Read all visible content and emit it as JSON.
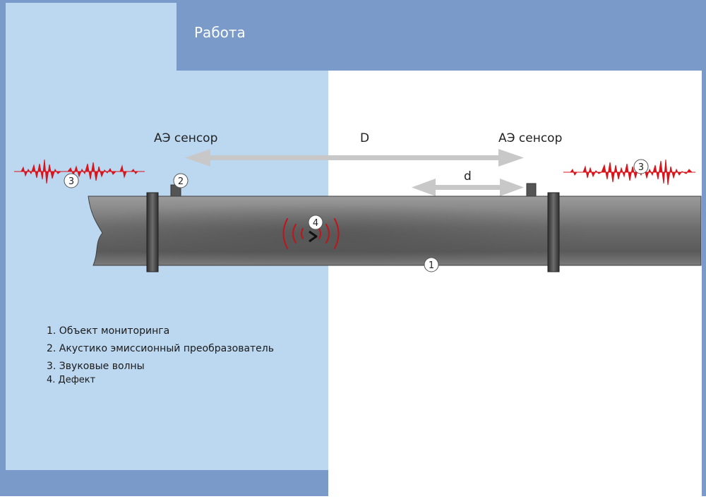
{
  "header": {
    "title": "Работа"
  },
  "labels": {
    "sensor_left": "АЭ сенсор",
    "sensor_right": "АЭ сенсор",
    "distance_big": "D",
    "distance_small": "d"
  },
  "markers": {
    "pipe": "1",
    "transducer": "2",
    "wave_left": "3",
    "wave_right": "3",
    "defect": "4"
  },
  "legend": {
    "items": [
      "1. Объект мониторинга",
      "2. Акустико эмиссионный преобразователь",
      "3. Звуковые волны",
      "4. Дефект"
    ]
  },
  "colors": {
    "header_blue": "#7a9bc9",
    "panel_light_blue": "#bcd8f1",
    "wave_red": "#d8141c",
    "arrow_gray": "#c8c8c8",
    "pipe_gray": "#8a8a8a"
  }
}
